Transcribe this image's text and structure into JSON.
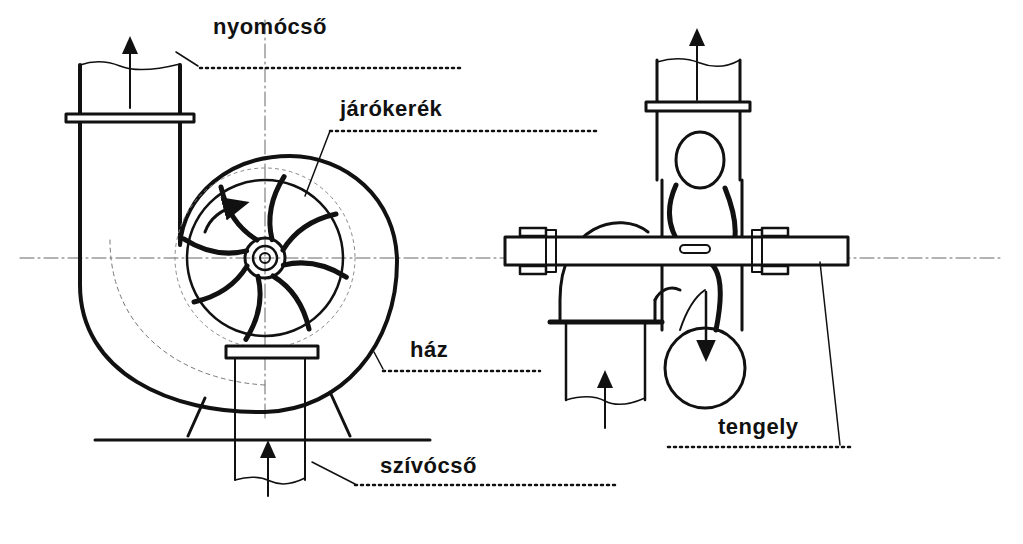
{
  "diagram": {
    "labels": [
      "nyomócső",
      "járókerék",
      "ház",
      "szívócső",
      "tengely"
    ]
  }
}
